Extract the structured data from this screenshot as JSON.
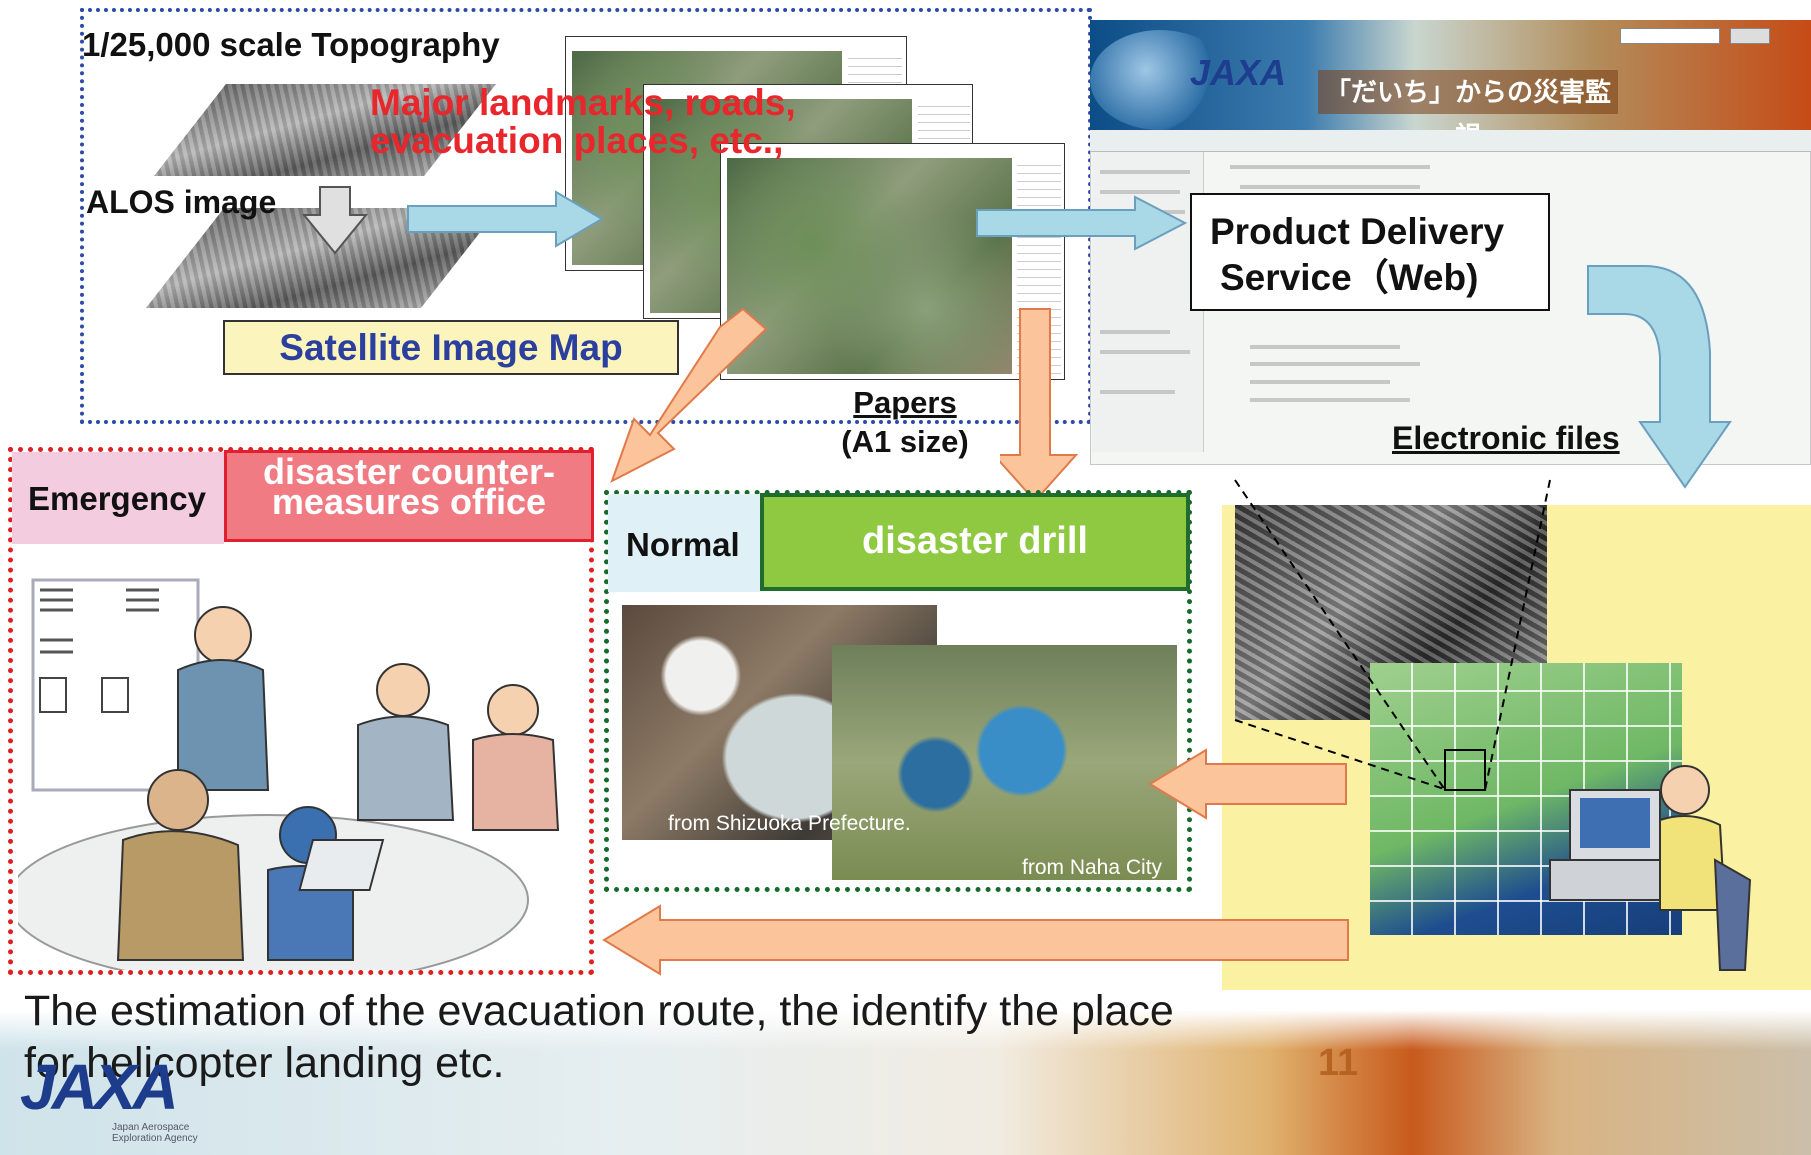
{
  "top": {
    "topo_label": "1/25,000 scale Topography",
    "landmarks_label_line1": "Major landmarks, roads,",
    "landmarks_label_line2": "evacuation places, etc.,",
    "alos_label": "ALOS image",
    "sat_map_label": "Satellite Image Map",
    "papers_label_line1": "Papers",
    "papers_label_line2": "(A1 size)"
  },
  "web": {
    "site_logo": "JAXA",
    "site_title": "「だいち」からの災害監視",
    "delivery_line1": "Product Delivery",
    "delivery_line2": "Service（Web)",
    "electronic_files_label": "Electronic files"
  },
  "emergency": {
    "tag": "Emergency",
    "office_line1": "disaster counter-",
    "office_line2": "measures office"
  },
  "normal": {
    "tag": "Normal",
    "drill_label": "disaster drill",
    "photo1_caption": "from Shizuoka Prefecture.",
    "photo2_caption": "from Naha City"
  },
  "footer": {
    "text_line1": "The estimation of the evacuation route, the identify the place",
    "text_line2": "for helicopter landing etc.",
    "page_number": "11",
    "logo": "JAXA",
    "logo_sub_line1": "Japan Aerospace",
    "logo_sub_line2": "Exploration Agency"
  },
  "colors": {
    "frame_blue": "#2f4aa8",
    "frame_red": "#e02020",
    "frame_green": "#156a2c",
    "arrow_blue": "#a9d8e6",
    "arrow_salmon": "#fbc49b",
    "drill_green": "#8fc942",
    "highlight_red": "#e8262b"
  },
  "icons": [
    "gray-down-arrow-icon",
    "blue-right-arrow-icon",
    "salmon-down-arrow-icon",
    "salmon-left-arrow-icon",
    "blue-curved-arrow-icon"
  ]
}
